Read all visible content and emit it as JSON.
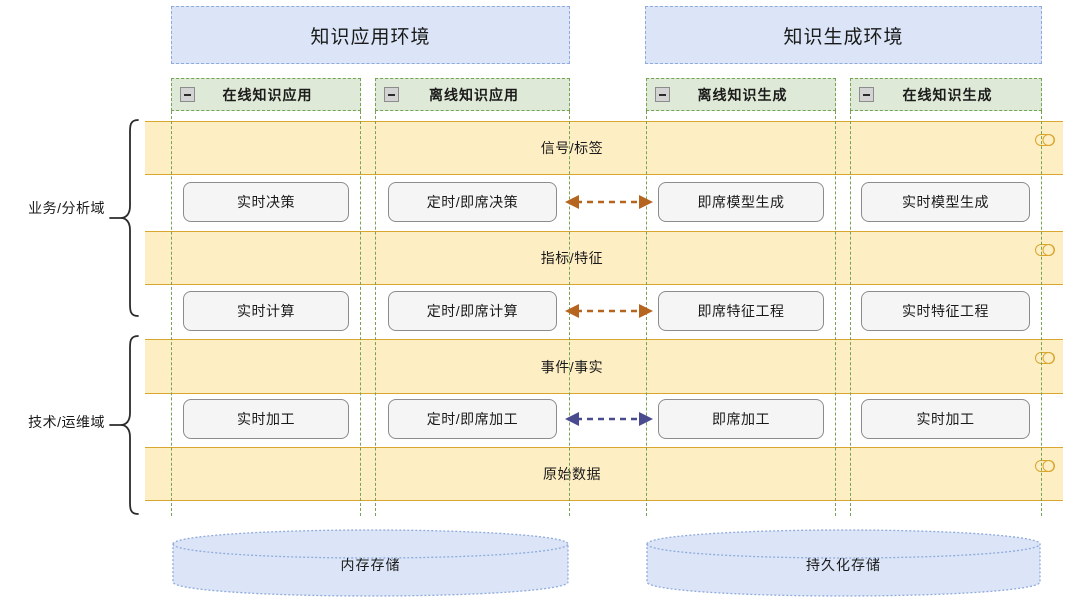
{
  "diagram": {
    "environments": [
      {
        "id": "apply",
        "label": "知识应用环境"
      },
      {
        "id": "generate",
        "label": "知识生成环境"
      }
    ],
    "columns": [
      {
        "id": "online-apply",
        "label": "在线知识应用",
        "collapse_icon": "minus-box-icon"
      },
      {
        "id": "offline-apply",
        "label": "离线知识应用",
        "collapse_icon": "minus-box-icon"
      },
      {
        "id": "offline-generate",
        "label": "离线知识生成",
        "collapse_icon": "minus-box-icon"
      },
      {
        "id": "online-generate",
        "label": "在线知识生成",
        "collapse_icon": "minus-box-icon"
      }
    ],
    "bands": [
      {
        "id": "signal",
        "label": "信号/标签",
        "icon": "database-cylinder-icon"
      },
      {
        "id": "metric",
        "label": "指标/特征",
        "icon": "database-cylinder-icon"
      },
      {
        "id": "event",
        "label": "事件/事实",
        "icon": "database-cylinder-icon"
      },
      {
        "id": "raw",
        "label": "原始数据",
        "icon": "database-cylinder-icon"
      }
    ],
    "rows": [
      {
        "id": "decision",
        "cells": [
          "实时决策",
          "定时/即席决策",
          "即席模型生成",
          "实时模型生成"
        ],
        "arrow": {
          "style": "double-dashed",
          "color": "#b5651d"
        }
      },
      {
        "id": "compute",
        "cells": [
          "实时计算",
          "定时/即席计算",
          "即席特征工程",
          "实时特征工程"
        ],
        "arrow": {
          "style": "double-dashed",
          "color": "#b5651d"
        }
      },
      {
        "id": "process",
        "cells": [
          "实时加工",
          "定时/即席加工",
          "即席加工",
          "实时加工"
        ],
        "arrow": {
          "style": "double-dashed",
          "color": "#4a4a8f"
        }
      }
    ],
    "domains": [
      {
        "id": "business",
        "label": "业务/分析域"
      },
      {
        "id": "technical",
        "label": "技术/运维域"
      }
    ],
    "storage": [
      {
        "id": "memory",
        "label": "内存存储"
      },
      {
        "id": "persistent",
        "label": "持久化存储"
      }
    ],
    "colors": {
      "env_fill": "#dbe5f7",
      "env_border": "#8faadc",
      "column_fill": "#dfe9d7",
      "column_border": "#74a352",
      "band_fill": "#fdeec4",
      "band_border": "#d9a62e",
      "proc_fill": "#f5f5f5",
      "proc_border": "#8c8c8c",
      "arrow_orange": "#b5651d",
      "arrow_blue": "#4a4a8f"
    }
  }
}
